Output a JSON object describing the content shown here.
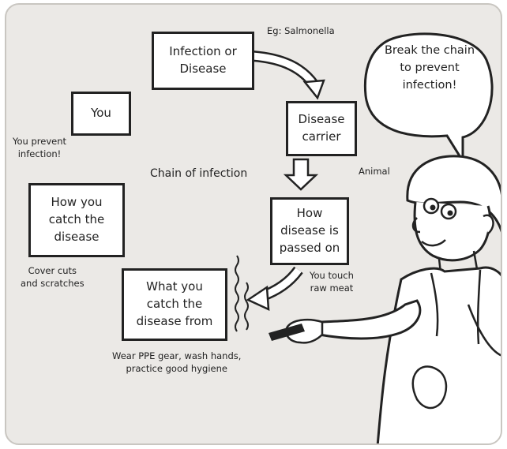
{
  "diagram": {
    "boxes": {
      "infection": "Infection or\nDisease",
      "carrier": "Disease\ncarrier",
      "how_passed": "How\ndisease is\npassed on",
      "what_catch": "What you\ncatch the\ndisease from",
      "how_catch": "How you\ncatch the\ndisease",
      "you": "You"
    },
    "center_label": "Chain of infection",
    "notes": {
      "salmonella": "Eg: Salmonella",
      "animal": "Animal",
      "touch_meat": "You touch\nraw meat",
      "ppe": "Wear PPE gear, wash hands,\npractice good hygiene",
      "cover_cuts": "Cover cuts\nand scratches",
      "prevent": "You prevent\ninfection!"
    },
    "speech_bubble": "Break the chain\nto prevent\ninfection!"
  }
}
